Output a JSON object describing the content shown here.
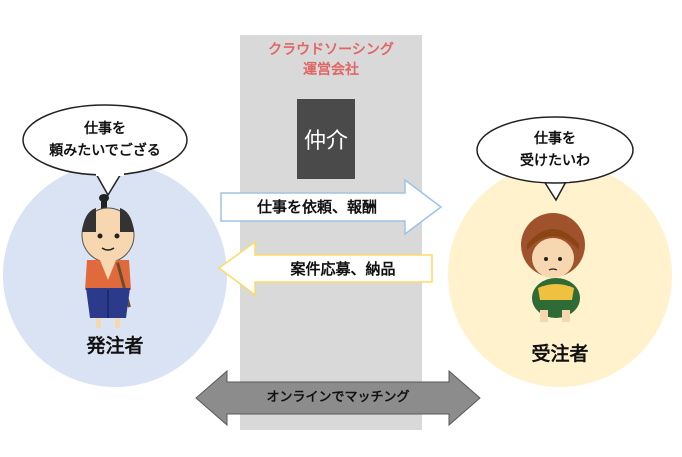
{
  "platform": {
    "title_line1": "クラウドソーシング",
    "title_line2": "運営会社",
    "mediator": "仲介"
  },
  "client": {
    "name": "発注者",
    "speech_line1": "仕事を",
    "speech_line2": "頼みたいでござる"
  },
  "worker": {
    "name": "受注者",
    "speech_line1": "仕事を",
    "speech_line2": "受けたいわ"
  },
  "arrows": {
    "request": "仕事を依頼、報酬",
    "delivery": "案件応募、納品",
    "matching": "オンラインでマッチング"
  },
  "colors": {
    "platform_column": "#d9d9d9",
    "platform_title": "#e06666",
    "mediator_box": "#4a4a4a",
    "client_circle": "#dae3f3",
    "worker_circle": "#fff2cc",
    "arrow_outline_blue": "#9dc3e6",
    "arrow_outline_yellow": "#ffd966",
    "matching_arrow": "#8c8c8c"
  }
}
